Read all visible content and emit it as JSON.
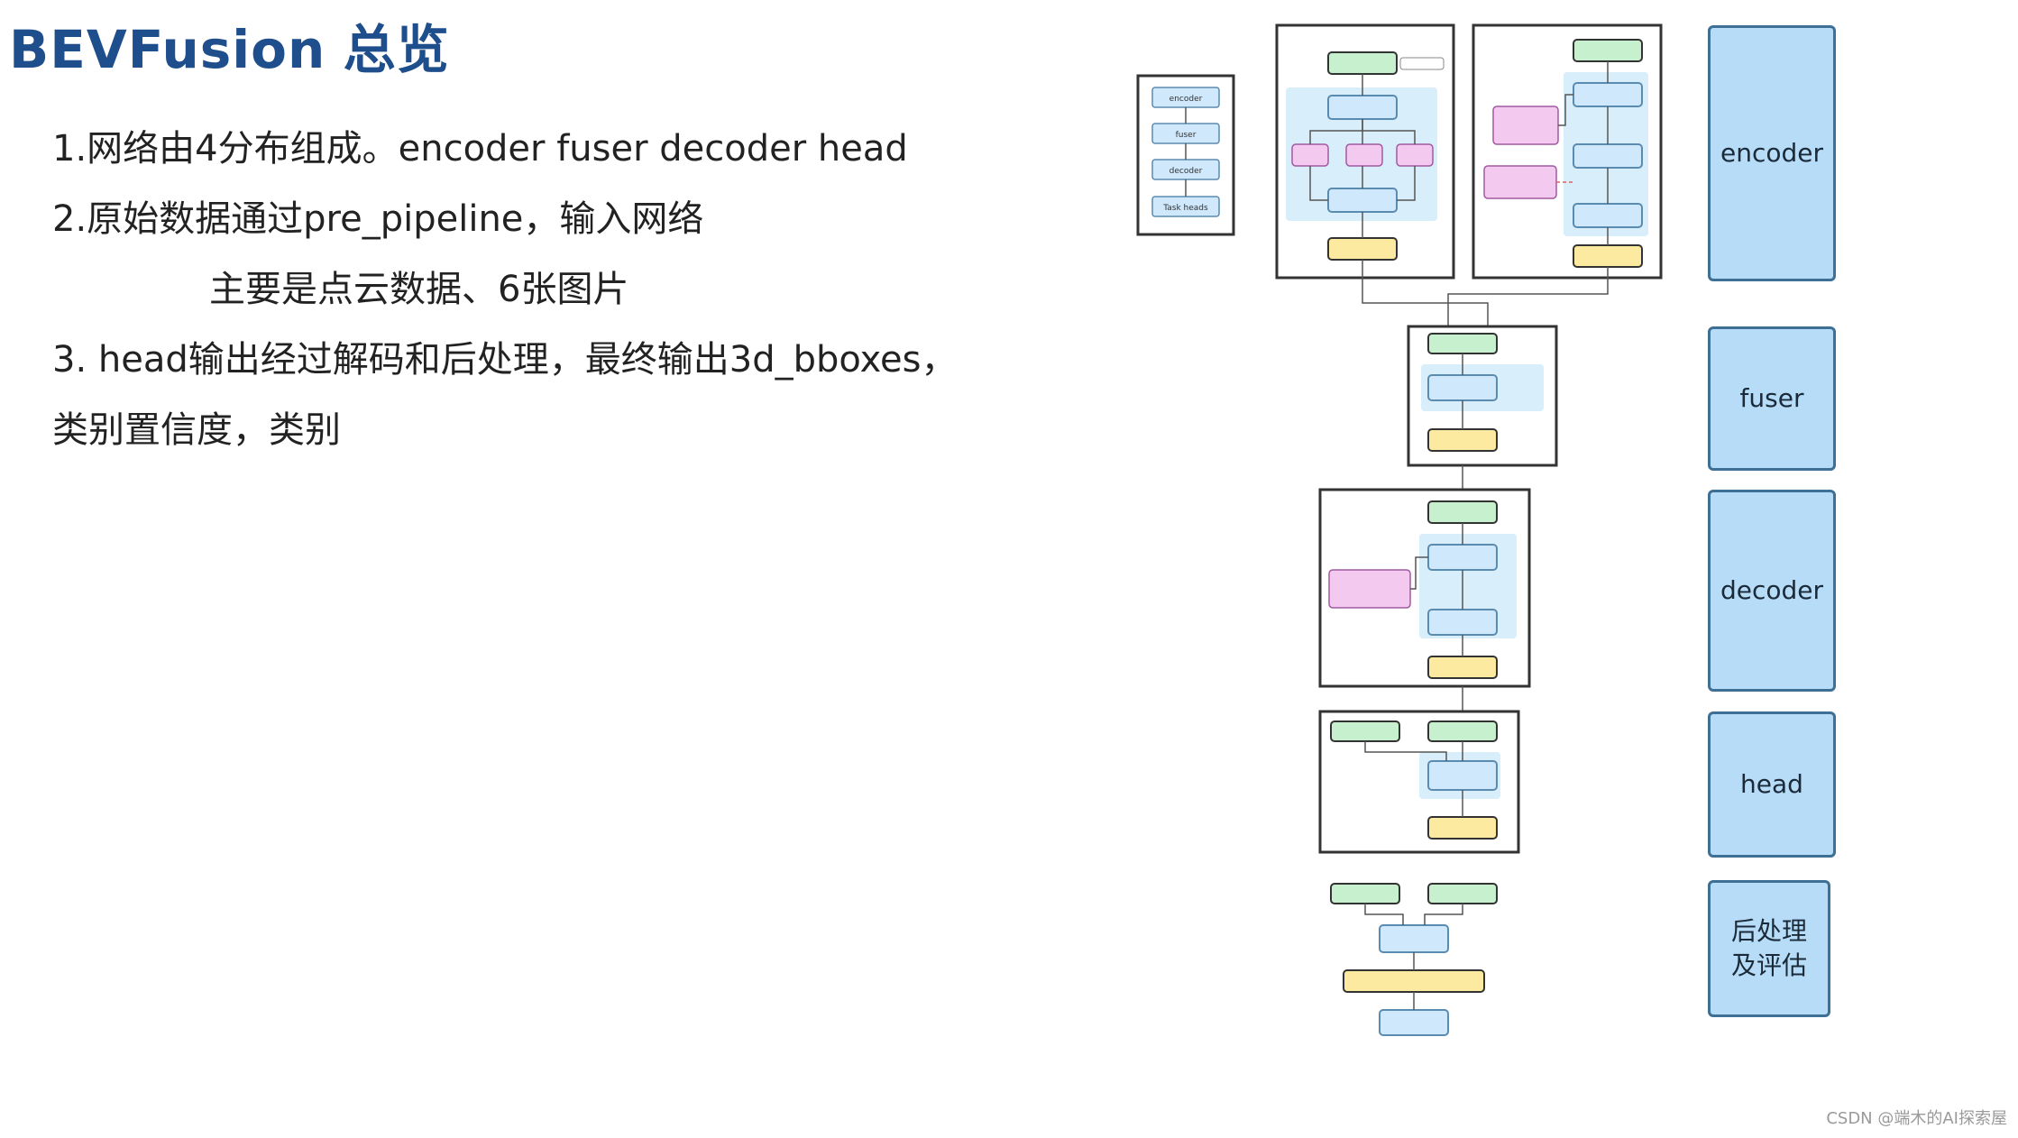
{
  "title": {
    "latin": "BEVFusion",
    "cjk": "总览"
  },
  "bullets": {
    "line1": "1.网络由4分布组成。encoder fuser decoder  head",
    "line2": "2.原始数据通过pre_pipeline，输入网络",
    "line3": "主要是点云数据、6张图片",
    "line4": "3. head输出经过解码和后处理，最终输出3d_bboxes，",
    "line5": "类别置信度，类别"
  },
  "side_labels": {
    "encoder": "encoder",
    "fuser": "fuser",
    "decoder": "decoder",
    "head": "head",
    "post": "后处理及评估"
  },
  "overview_stack": [
    "encoder",
    "fuser",
    "decoder",
    "Task heads"
  ],
  "footer": "CSDN @端木的AI探索屋",
  "colors": {
    "title": "#1f4e8c",
    "side_fill": "#b6dcf7",
    "node_blue": "#cfe8fb",
    "node_green": "#c7f0cf",
    "node_yellow": "#fbeaa0",
    "node_pink": "#f4c9f0",
    "region": "#d8eefb"
  }
}
